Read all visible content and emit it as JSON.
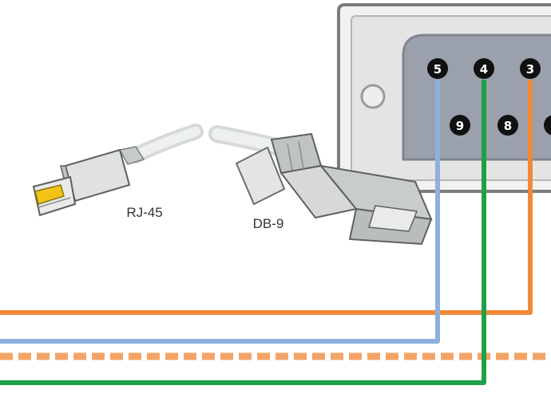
{
  "labels": {
    "rj45": "RJ-45",
    "db9": "DB-9"
  },
  "pins": {
    "top": [
      "5",
      "4",
      "3"
    ],
    "bottom": [
      "9",
      "8"
    ]
  },
  "wires": [
    {
      "pin": "5",
      "color": "#8fb0dd"
    },
    {
      "pin": "4",
      "color": "#1fa048"
    },
    {
      "pin": "3",
      "color": "#f08a3a"
    }
  ],
  "colors": {
    "panel_border": "#7c7c7c",
    "panel_fill": "#eeeeee",
    "connector_shell": "#9ba0ad",
    "pin_dot": "#111111",
    "wire_orange": "#f08a3a",
    "wire_blue": "#8fb0dd",
    "wire_green": "#1fa048",
    "wire_stripe": "#f4a366"
  }
}
